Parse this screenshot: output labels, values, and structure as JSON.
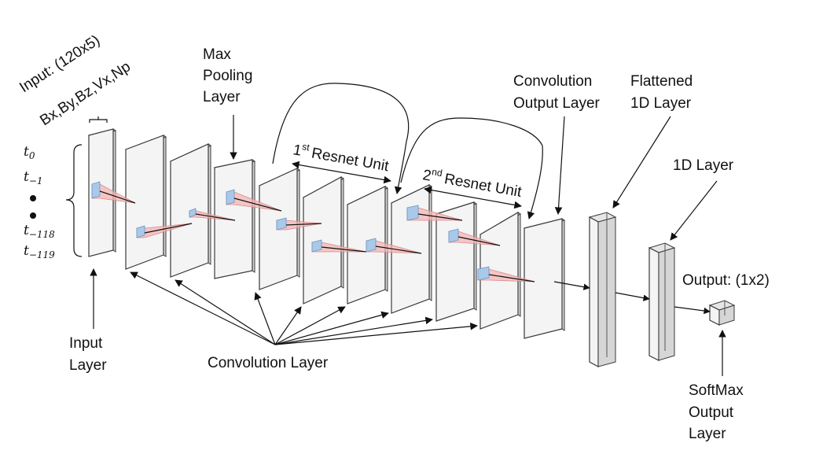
{
  "labels": {
    "input_shape": "Input: (120x5)",
    "features": "Bx,By,Bz,Vx,Np",
    "max_pooling_1": "Max",
    "max_pooling_2": "Pooling",
    "max_pooling_3": "Layer",
    "resnet_1": "Resnet Unit",
    "resnet_1_ord": "1",
    "resnet_1_sup": "st",
    "resnet_2": "Resnet Unit",
    "resnet_2_ord": "2",
    "resnet_2_sup": "nd",
    "conv_output_1": "Convolution",
    "conv_output_2": "Output Layer",
    "flattened_1": "Flattened",
    "flattened_2": "1D Layer",
    "one_d_layer": "1D Layer",
    "output_shape": "Output: (1x2)",
    "input_layer_1": "Input",
    "input_layer_2": "Layer",
    "convolution_layer": "Convolution Layer",
    "softmax_1": "SoftMax",
    "softmax_2": "Output",
    "softmax_3": "Layer"
  },
  "time_steps": [
    {
      "base": "t",
      "sub": "0"
    },
    {
      "base": "t",
      "sub": "−1"
    },
    {
      "base": "t",
      "sub": "−118"
    },
    {
      "base": "t",
      "sub": "−119"
    }
  ],
  "colors": {
    "cone": "#f4b6b6",
    "kernel": "#a9c9ea",
    "panel": "#f4f4f4"
  }
}
